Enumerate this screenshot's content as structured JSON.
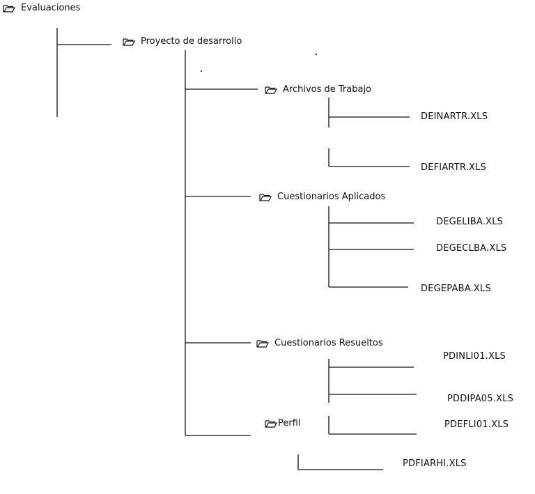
{
  "tree": {
    "root": "Evaluaciones",
    "project": "Proyecto de desarrollo",
    "folders": [
      {
        "label": "Archivos de Trabajo",
        "files": [
          "DEINARTR.XLS",
          "DEFIARTR.XLS"
        ]
      },
      {
        "label": "Cuestionarios Aplicados",
        "files": [
          "DEGELIBA.XLS",
          "DEGECLBA.XLS",
          "DEGEPABA.XLS"
        ]
      },
      {
        "label": "Cuestionarios Resueltos",
        "files": [
          "PDINLI01.XLS",
          "PDDIPA05.XLS",
          "PDEFLI01.XLS"
        ]
      },
      {
        "label": "Perfil",
        "files": [
          "PDFIARHI.XLS"
        ]
      }
    ]
  },
  "icons": {
    "folder": "folder-open-icon"
  }
}
